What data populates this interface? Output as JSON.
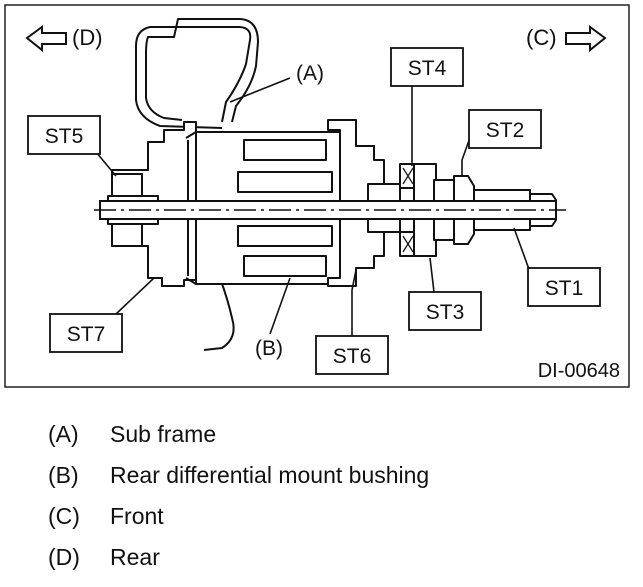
{
  "diagram": {
    "direction_rear": "(D)",
    "direction_front": "(C)",
    "figure_id": "DI-00648",
    "callouts": {
      "a": "(A)",
      "b": "(B)",
      "st1": "ST1",
      "st2": "ST2",
      "st3": "ST3",
      "st4": "ST4",
      "st5": "ST5",
      "st6": "ST6",
      "st7": "ST7"
    }
  },
  "legend": [
    {
      "key": "(A)",
      "desc": "Sub frame"
    },
    {
      "key": "(B)",
      "desc": "Rear differential mount bushing"
    },
    {
      "key": "(C)",
      "desc": "Front"
    },
    {
      "key": "(D)",
      "desc": "Rear"
    }
  ]
}
